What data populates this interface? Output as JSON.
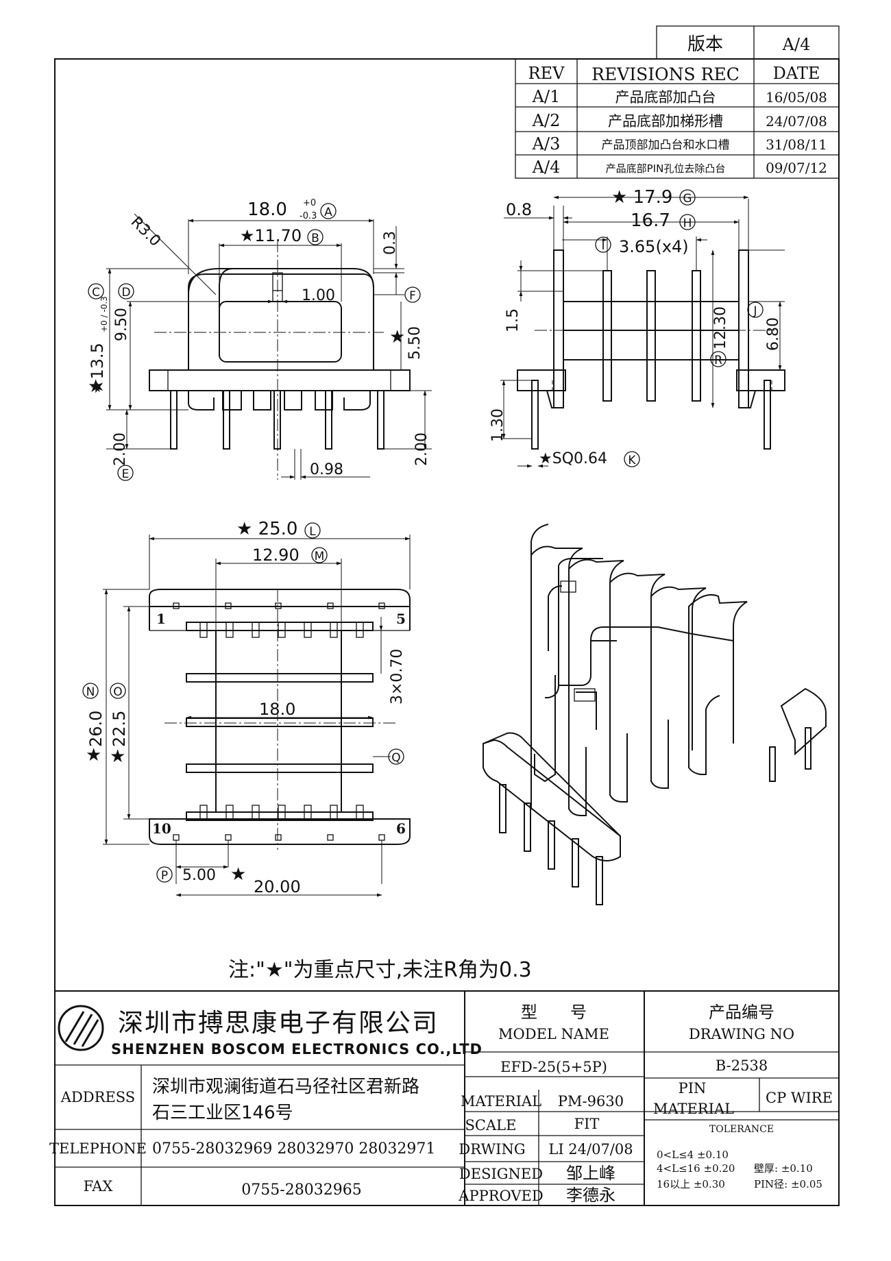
{
  "version": {
    "label": "版本",
    "value": "A/4"
  },
  "revisions": {
    "headers": [
      "REV",
      "REVISIONS REC",
      "DATE"
    ],
    "rows": [
      {
        "rev": "A/1",
        "rec": "产品底部加凸台",
        "date": "16/05/08"
      },
      {
        "rev": "A/2",
        "rec": "产品底部加梯形槽",
        "date": "24/07/08"
      },
      {
        "rev": "A/3",
        "rec": "产品顶部加凸台和水口槽",
        "date": "31/08/11"
      },
      {
        "rev": "A/4",
        "rec": "产品底部PIN孔位去除凸台",
        "date": "09/07/12"
      }
    ]
  },
  "front_view": {
    "dim_width": "18.0",
    "dim_width_tol_upper": "+0",
    "dim_width_tol_lower": "-0.3",
    "ref_a": "A",
    "dim_window": "★11.70",
    "ref_b": "B",
    "radius": "R3.0",
    "dim_top": "0.3",
    "dim_slot": "1.00",
    "ref_f": "F",
    "ref_c": "C",
    "ref_d": "D",
    "dim_height_total": "★13.5",
    "dim_height_tol": "+0 / -0.3",
    "dim_inner_height": "9.50",
    "dim_center": "5.50",
    "dim_pin_left": "2.00",
    "ref_e": "E",
    "dim_pin_right": "2.00",
    "dim_pin_width": "0.98",
    "star": "★"
  },
  "side_view": {
    "dim_0_8": "0.8",
    "dim_17_9": "★ 17.9",
    "ref_g": "G",
    "dim_16_7": "16.7",
    "ref_h": "H",
    "dim_pitch": "3.65(x4)",
    "ref_i": "I",
    "dim_1_5": "1.5",
    "ref_j": "J",
    "dim_12_30": "12.30",
    "ref_r": "R",
    "dim_6_80": "6.80",
    "dim_1_30": "1.30",
    "dim_pin": "★SQ0.64",
    "ref_k": "K"
  },
  "bottom_view": {
    "dim_25_0": "★ 25.0",
    "ref_l": "L",
    "dim_12_90": "12.90",
    "ref_m": "M",
    "dim_3x070": "3×0.70",
    "dim_18_0": "18.0",
    "ref_n": "N",
    "ref_o": "O",
    "dim_26_0": "26.0",
    "dim_22_5": "22.5",
    "ref_q": "Q",
    "pin_1": "1",
    "pin_5": "5",
    "pin_10": "10",
    "pin_6": "6",
    "ref_p": "P",
    "dim_5_00": "5.00",
    "dim_20_00": "20.00",
    "star": "★"
  },
  "note": "注:\"★\"为重点尺寸,未注R角为0.3",
  "title_block": {
    "company_cn": "深圳市搏思康电子有限公司",
    "company_en": "SHENZHEN BOSCOM ELECTRONICS CO.,LTD",
    "address_label": "ADDRESS",
    "address_line1": "深圳市观澜街道石马径社区君新路",
    "address_line2": "石三工业区146号",
    "telephone_label": "TELEPHONE",
    "telephone": "0755-28032969 28032970 28032971",
    "fax_label": "FAX",
    "fax": "0755-28032965",
    "model_cn": "型　　号",
    "model_en": "MODEL NAME",
    "model_value": "EFD-25(5+5P)",
    "drawing_cn": "产品编号",
    "drawing_en": "DRAWING NO",
    "drawing_value": "B-2538",
    "material_label": "MATERIAL",
    "material_value": "PM-9630",
    "pin_material_label1": "PIN",
    "pin_material_label2": "MATERIAL",
    "pin_material_value": "CP WIRE",
    "scale_label": "SCALE",
    "scale_value": "FIT",
    "tolerance_label": "TOLERANCE",
    "drwing_label": "DRWING",
    "drwing_value": "LI 24/07/08",
    "designed_label": "DESIGNED",
    "designed_value": "邹上峰",
    "approved_label": "APPROVED",
    "approved_value": "李德永",
    "tol_row1": "0<L≤4  ±0.10",
    "tol_row2": "4<L≤16  ±0.20",
    "tol_row3": "16以上    ±0.30",
    "tol_wall": "壁厚:  ±0.10",
    "tol_pin": "PIN径: ±0.05"
  }
}
